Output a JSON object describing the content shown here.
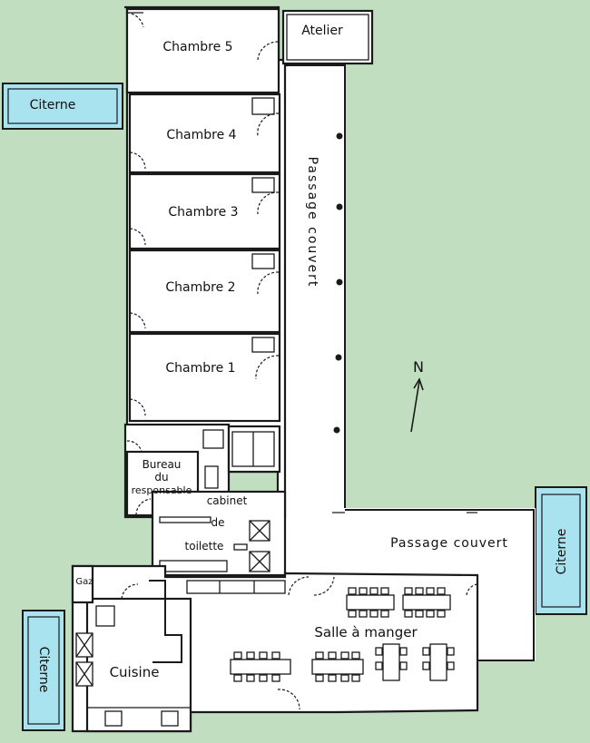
{
  "labels": {
    "chambre_5": "Chambre 5",
    "atelier": "Atelier",
    "chambre_4": "Chambre 4",
    "chambre_3": "Chambre 3",
    "chambre_2": "Chambre 2",
    "chambre_1": "Chambre 1",
    "passage_vertical": "Passage couvert",
    "passage_horizontal": "Passage couvert",
    "citerne_top": "Citerne",
    "citerne_right": "Citerne",
    "citerne_left": "Citerne",
    "north": "N",
    "bureau_line1": "Bureau",
    "bureau_line2": "du",
    "bureau_line3": "responsable",
    "cabinet_line1": "cabinet",
    "cabinet_line2": "de",
    "cabinet_line3": "toilette",
    "gaz": "Gaz",
    "cuisine": "Cuisine",
    "salle": "Salle à manger"
  },
  "colors": {
    "ground": "#c1dec0",
    "building": "#ffffff",
    "water_tank": "#a9e3ef",
    "ink": "#1a1a1a"
  }
}
